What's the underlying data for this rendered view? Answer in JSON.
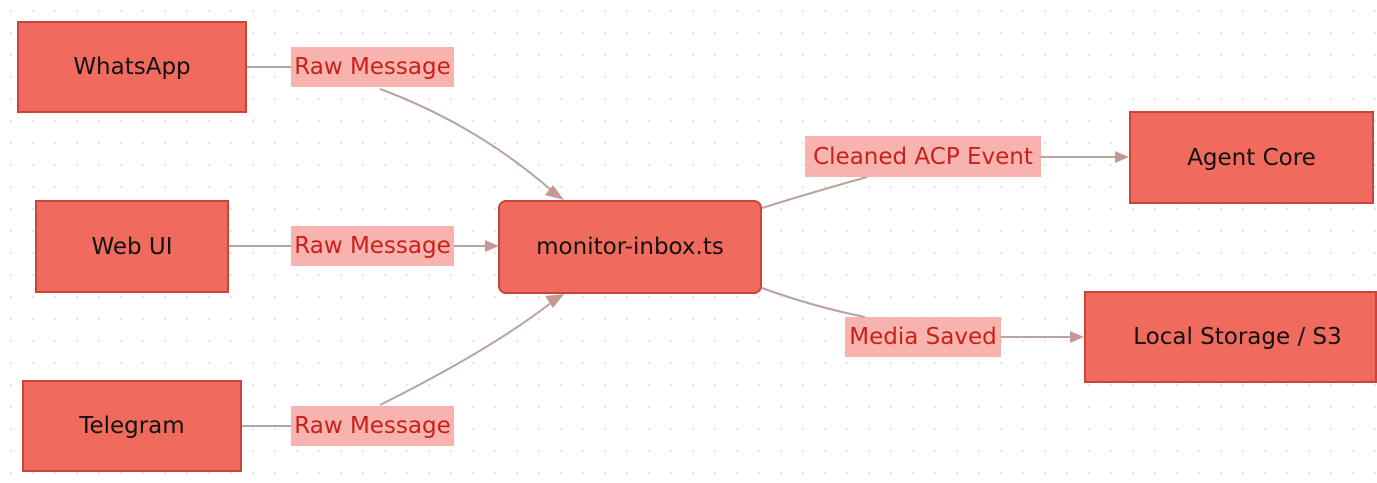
{
  "diagram": {
    "nodes": {
      "whatsapp": "WhatsApp",
      "web_ui": "Web UI",
      "telegram": "Telegram",
      "monitor": "monitor-inbox.ts",
      "agent_core": "Agent Core",
      "storage": "Local Storage / S3"
    },
    "edges": [
      {
        "from": "WhatsApp",
        "to": "monitor-inbox.ts",
        "label": "Raw Message"
      },
      {
        "from": "Web UI",
        "to": "monitor-inbox.ts",
        "label": "Raw Message"
      },
      {
        "from": "Telegram",
        "to": "monitor-inbox.ts",
        "label": "Raw Message"
      },
      {
        "from": "monitor-inbox.ts",
        "to": "Agent Core",
        "label": "Cleaned ACP Event"
      },
      {
        "from": "monitor-inbox.ts",
        "to": "Local Storage / S3",
        "label": "Media Saved"
      }
    ],
    "colors": {
      "node_fill": "#f06b5e",
      "node_border": "#c8453b",
      "label_background": "#f6a09a",
      "label_text": "#c8201a",
      "edge": "#b8a3a0"
    }
  }
}
